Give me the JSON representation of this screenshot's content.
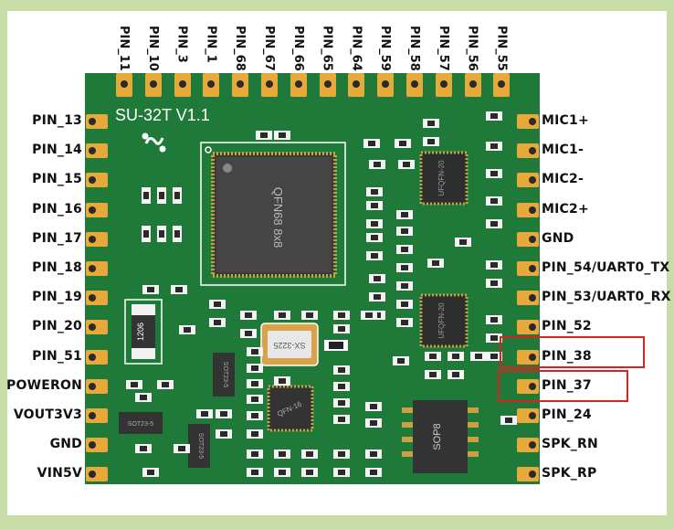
{
  "board": {
    "title": "SU-32T V1.1",
    "main_chip": "QFN68 8x8",
    "crystal": "SX-3225",
    "qfn16": "QFN-16",
    "sop8": "SOP8",
    "sot_a": "SOT23-5",
    "sot_b": "SOT23-5",
    "sot_c": "SOT23-5",
    "cap_label": "1206",
    "ic_right_top": "UFQFN-20",
    "ic_right_mid": "UFQFN-20"
  },
  "top_pins": [
    "PIN_11",
    "PIN_10",
    "PIN_3",
    "PIN_1",
    "PIN_68",
    "PIN_67",
    "PIN_66",
    "PIN_65",
    "PIN_64",
    "PIN_59",
    "PIN_58",
    "PIN_57",
    "PIN_56",
    "PIN_55"
  ],
  "left_pins": [
    "PIN_13",
    "PIN_14",
    "PIN_15",
    "PIN_16",
    "PIN_17",
    "PIN_18",
    "PIN_19",
    "PIN_20",
    "PIN_51",
    "POWERON",
    "VOUT3V3",
    "GND",
    "VIN5V"
  ],
  "right_pins": [
    "MIC1+",
    "MIC1-",
    "MIC2-",
    "MIC2+",
    "GND",
    "PIN_54/UART0_TX",
    "PIN_53/UART0_RX",
    "PIN_52",
    "PIN_38",
    "PIN_37",
    "PIN_24",
    "SPK_RN",
    "SPK_RP"
  ],
  "highlighted": [
    "PIN_38",
    "PIN_37"
  ],
  "colors": {
    "pcb": "#1f7a3a",
    "pad": "#e6a93a",
    "highlight": "#e02020",
    "background": "#c8dca8"
  }
}
